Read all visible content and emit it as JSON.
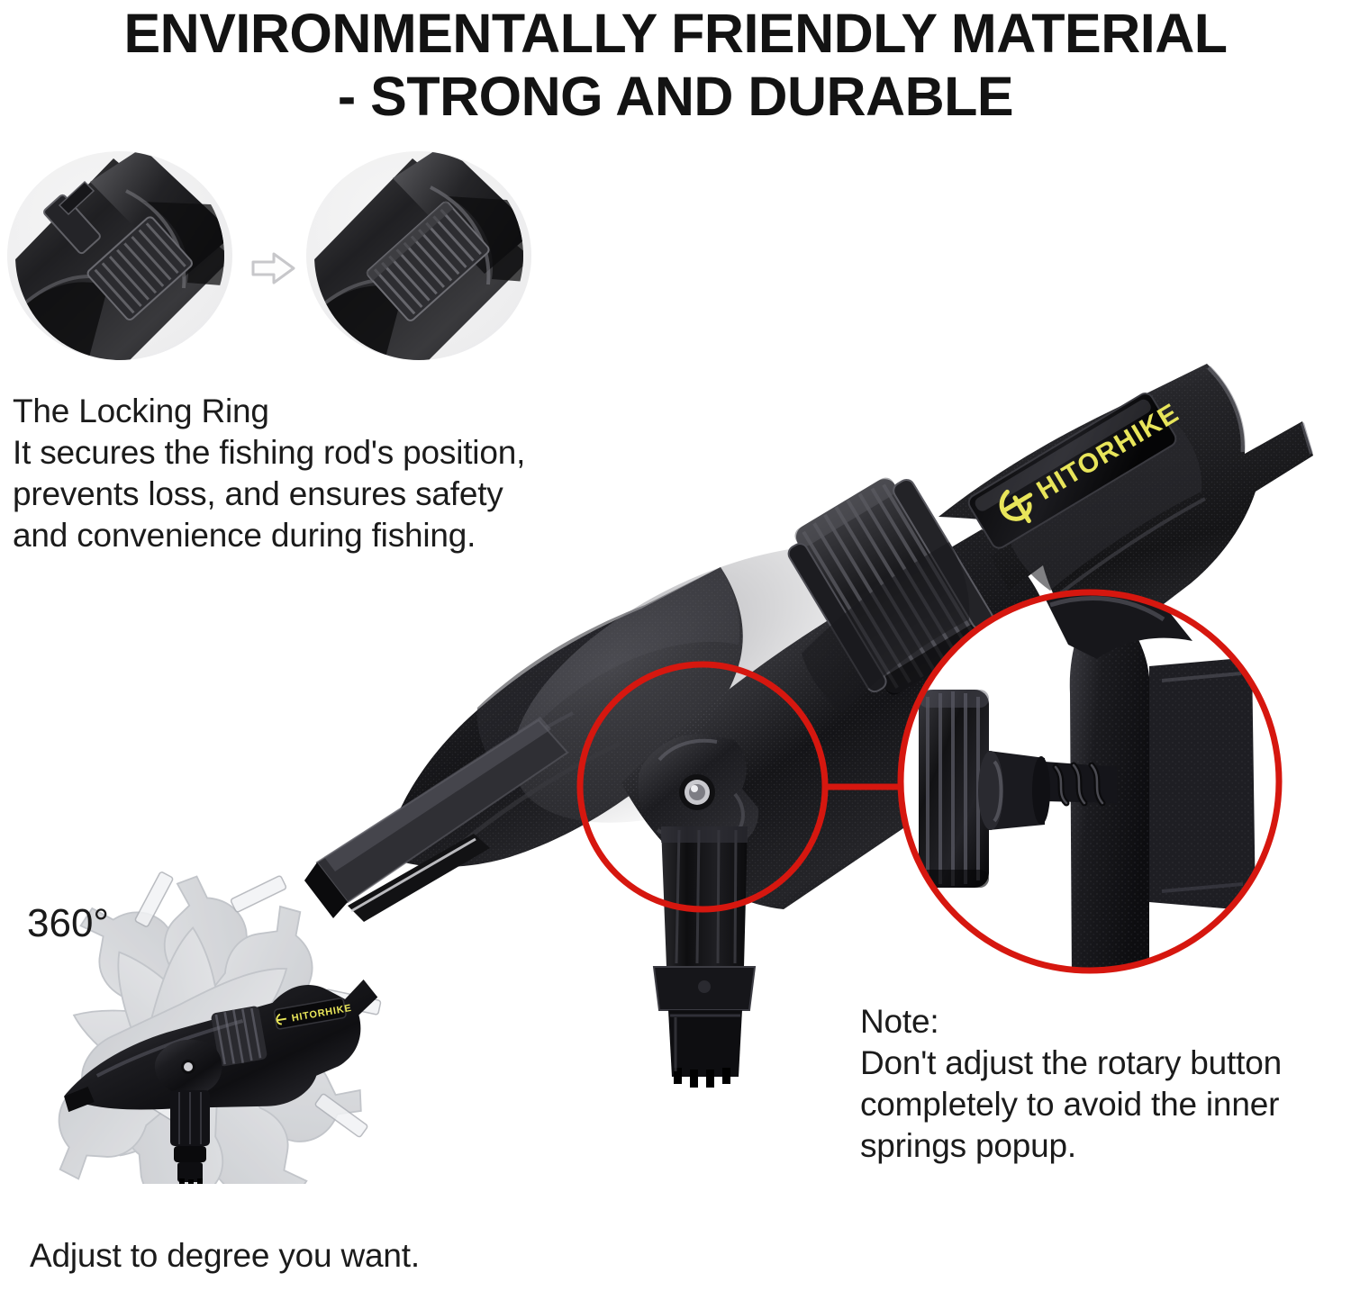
{
  "headline": {
    "line1": "ENVIRONMENTALLY FRIENDLY MATERIAL",
    "line2": "- STRONG AND DURABLE"
  },
  "locking_ring": {
    "title": "The Locking Ring",
    "body": "It secures the fishing rod's position,\nprevents loss, and ensures safety\nand convenience during fishing.",
    "full": "The Locking Ring\nIt secures the fishing rod's position,\nprevents loss, and ensures safety\nand convenience during fishing.",
    "before_caption": "locking-ring-unlocked",
    "after_caption": "locking-ring-locked",
    "transition_icon": "arrow-right-icon"
  },
  "note": {
    "label": "Note:",
    "body": "Don't adjust the rotary button\ncompletely to avoid the inner\nsprings popup.",
    "full": "Note:\nDon't adjust the rotary button\ncompletely to avoid the inner\nsprings popup."
  },
  "rotation": {
    "degrees_label": "360°",
    "caption": "Adjust to degree you want."
  },
  "product": {
    "brand": "HITORHIKE",
    "brand_logo_color": "#e8e55a",
    "body_color": "#1d1d1f",
    "name": "fishing-rod-holder"
  },
  "callout": {
    "accent_color": "#d6170f",
    "source_label": "rotary-knob-closeup-source",
    "zoom_label": "rotary-knob-magnified"
  },
  "colors": {
    "background": "#ffffff",
    "text": "#1b1b1b",
    "red_accent": "#d6170f",
    "inset_bg": "#efeff0",
    "ghost_gray": "#c9cbcf"
  }
}
